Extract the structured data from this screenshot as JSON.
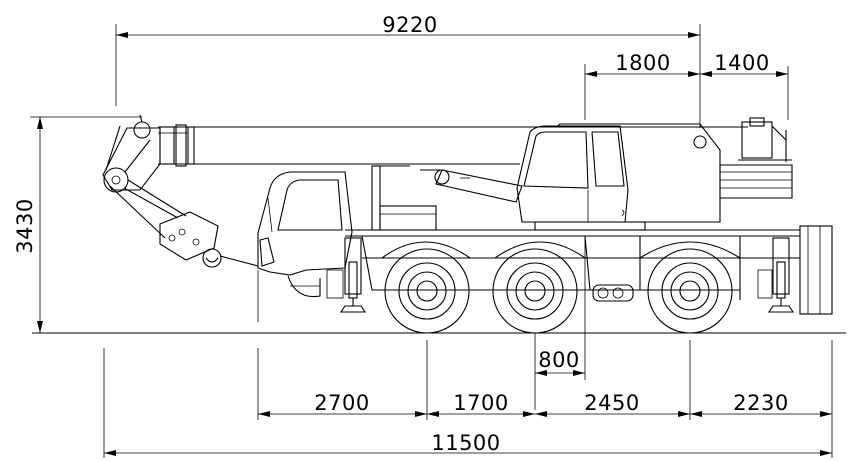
{
  "dimensions": {
    "boom_length": "9220",
    "boom_offset": "1800",
    "tail_overhang": "1400",
    "total_height": "3430",
    "offset_below": "800",
    "front_to_axle1": "2700",
    "axle1_to_axle2": "1700",
    "axle2_to_axle3": "2450",
    "axle3_to_rear": "2230",
    "total_length": "11500"
  },
  "colors": {
    "line": "#000000",
    "background": "#ffffff"
  }
}
